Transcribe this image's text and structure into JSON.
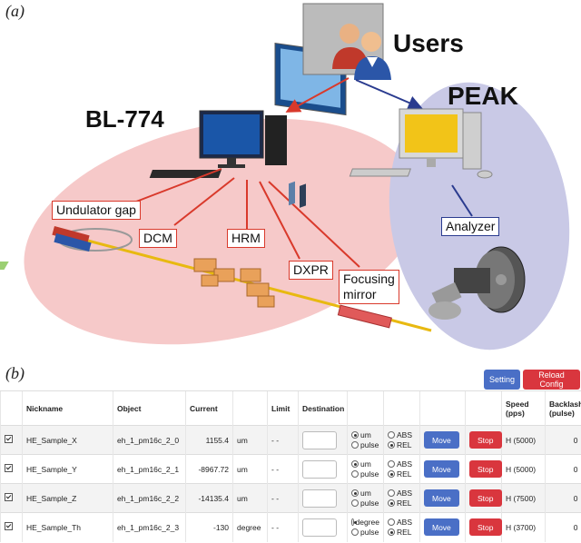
{
  "panel_a": {
    "label": "(a)",
    "users": "Users",
    "peak": "PEAK",
    "beamline": "BL-774",
    "components": {
      "undulator": "Undulator gap",
      "dcm": "DCM",
      "hrm": "HRM",
      "dxpr": "DXPR",
      "focusing_line1": "Focusing",
      "focusing_line2": "mirror",
      "analyzer": "Analyzer"
    },
    "colors": {
      "beamline_ellipse": "#f6c9c9",
      "peak_ellipse": "#c9c9e6",
      "red_arrow": "#d9392b",
      "blue_arrow": "#2a3b8f"
    }
  },
  "panel_b": {
    "label": "(b)",
    "buttons": {
      "setting": "Setting",
      "reload": "Reload Config"
    },
    "columns": {
      "nickname": "Nickname",
      "object": "Object",
      "current": "Current",
      "limit": "Limit",
      "destination": "Destination",
      "speed_1": "Speed",
      "speed_2": "(pps)",
      "backlash_1": "Backlash",
      "backlash_2": "(pulse)"
    },
    "rows": [
      {
        "nickname": "HE_Sample_X",
        "object": "eh_1_pm16c_2_0",
        "current": "1155.4",
        "unit": "um",
        "limit": "- -",
        "radio1": "um",
        "radio2": "pulse",
        "abs": "ABS",
        "rel": "REL",
        "move": "Move",
        "stop": "Stop",
        "speed": "H (5000)",
        "backlash": "0"
      },
      {
        "nickname": "HE_Sample_Y",
        "object": "eh_1_pm16c_2_1",
        "current": "-8967.72",
        "unit": "um",
        "limit": "- -",
        "radio1": "um",
        "radio2": "pulse",
        "abs": "ABS",
        "rel": "REL",
        "move": "Move",
        "stop": "Stop",
        "speed": "H (5000)",
        "backlash": "0"
      },
      {
        "nickname": "HE_Sample_Z",
        "object": "eh_1_pm16c_2_2",
        "current": "-14135.4",
        "unit": "um",
        "limit": "- -",
        "radio1": "um",
        "radio2": "pulse",
        "abs": "ABS",
        "rel": "REL",
        "move": "Move",
        "stop": "Stop",
        "speed": "H (7500)",
        "backlash": "0"
      },
      {
        "nickname": "HE_Sample_Th",
        "object": "eh_1_pm16c_2_3",
        "current": "-130",
        "unit": "degree",
        "limit": "- -",
        "radio1": "degree",
        "radio2": "pulse",
        "abs": "ABS",
        "rel": "REL",
        "move": "Move",
        "stop": "Stop",
        "speed": "H (3700)",
        "backlash": "0"
      }
    ]
  }
}
